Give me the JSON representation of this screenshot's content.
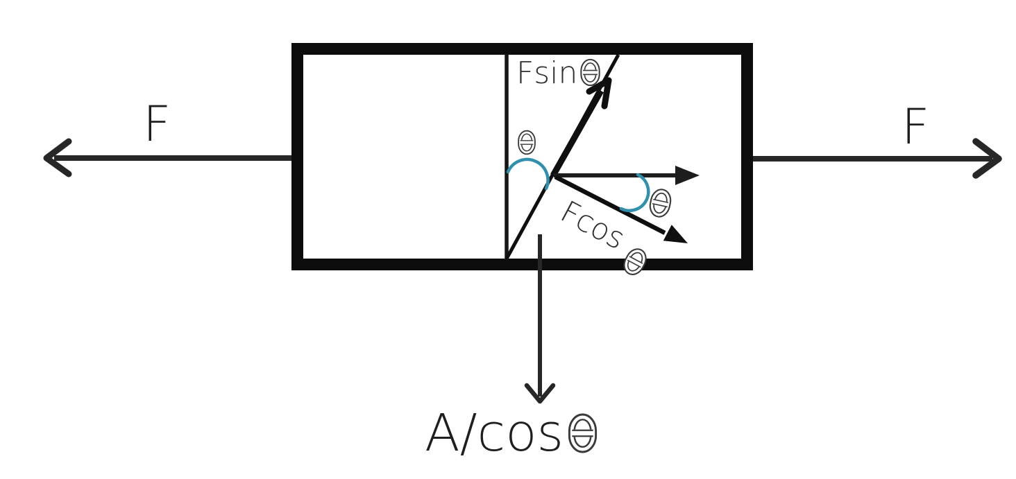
{
  "diagram": {
    "kind": "stress-on-inclined-cross-section force diagram",
    "applied_force_left": "F",
    "applied_force_right": "F",
    "components": {
      "parallel": {
        "prefix": "Fsin",
        "theta": "θ",
        "full": "Fsinθ"
      },
      "perpendicular": {
        "prefix": "Fcos",
        "theta": "θ",
        "full": "Fcosθ"
      }
    },
    "section_area": {
      "prefix": "A/cos",
      "theta": "θ",
      "full": "A/cosθ"
    },
    "angle_marks": [
      {
        "theta": "θ",
        "location": "between section divider and incline"
      },
      {
        "theta": "θ",
        "location": "between horizontal axis and Fcos arrow"
      }
    ],
    "colors": {
      "ink": "#141414",
      "arrow": "#272727",
      "angle_arc": "#3190ad",
      "theta_outline": "#3a3a3a",
      "background": "#ffffff"
    }
  }
}
